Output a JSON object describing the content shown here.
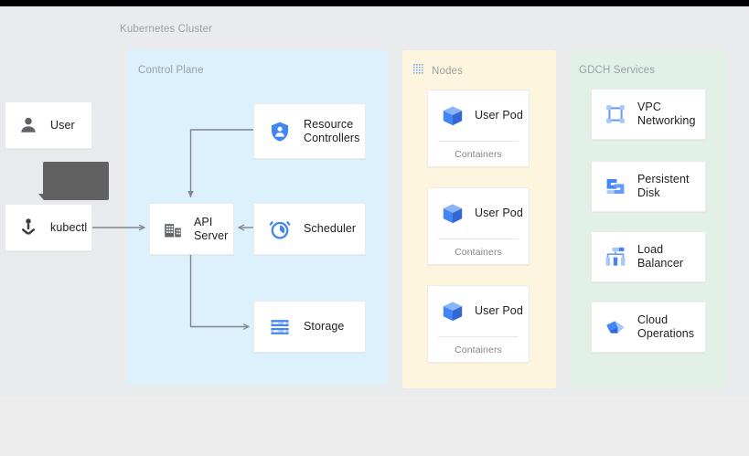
{
  "diagram": {
    "title": "Kubernetes Cluster",
    "background_color": "#e9eaee",
    "canvas_bottom_color": "#ededee",
    "top_bar_color": "#000000"
  },
  "actors": [
    {
      "id": "user",
      "label": "User",
      "icon": "person-icon",
      "icon_color": "#5f6368"
    },
    {
      "id": "kubectl",
      "label": "kubectl",
      "icon": "kubectl-icon",
      "icon_color": "#3c4043"
    }
  ],
  "tooltip": {
    "visible": true,
    "text": "",
    "color": "#616161"
  },
  "panels": [
    {
      "id": "control-plane",
      "label": "Control Plane",
      "color": "#ddf1fd",
      "icon": null,
      "cards": [
        {
          "id": "resource-controllers",
          "label": "Resource\nControllers",
          "line1": "Resource",
          "line2": "Controllers",
          "icon": "shield-person-icon",
          "icon_color": "#4285f4"
        },
        {
          "id": "api-server",
          "label": "API Server",
          "line1": "API",
          "line2": "Server",
          "icon": "building-icon",
          "icon_color": "#5f6368"
        },
        {
          "id": "scheduler",
          "label": "Scheduler",
          "line1": "Scheduler",
          "line2": "",
          "icon": "alarm-clock-icon",
          "icon_color": "#4285f4"
        },
        {
          "id": "storage",
          "label": "Storage",
          "line1": "Storage",
          "line2": "",
          "icon": "server-stack-icon",
          "icon_color": "#4285f4"
        }
      ]
    },
    {
      "id": "nodes",
      "label": "Nodes",
      "color": "#fdf5dd",
      "icon": "dotted-grid-icon",
      "cards": [
        {
          "id": "user-pod-1",
          "label": "User Pod",
          "sublabel": "Containers",
          "icon": "cube-icon",
          "icon_color": "#4285f4"
        },
        {
          "id": "user-pod-2",
          "label": "User Pod",
          "sublabel": "Containers",
          "icon": "cube-icon",
          "icon_color": "#4285f4"
        },
        {
          "id": "user-pod-3",
          "label": "User Pod",
          "sublabel": "Containers",
          "icon": "cube-icon",
          "icon_color": "#4285f4"
        }
      ]
    },
    {
      "id": "gdch-services",
      "label": "GDCH Services",
      "color": "#e2f1e8",
      "icon": null,
      "cards": [
        {
          "id": "vpc-networking",
          "line1": "VPC",
          "line2": "Networking",
          "label": "VPC Networking",
          "icon": "vpc-network-icon",
          "icon_color": "#669df6"
        },
        {
          "id": "persistent-disk",
          "line1": "Persistent",
          "line2": "Disk",
          "label": "Persistent Disk",
          "icon": "persistent-disk-icon",
          "icon_color": "#4285f4"
        },
        {
          "id": "load-balancer",
          "line1": "Load",
          "line2": "Balancer",
          "label": "Load Balancer",
          "icon": "load-balancer-icon",
          "icon_color": "#669df6"
        },
        {
          "id": "cloud-operations",
          "line1": "Cloud",
          "line2": "Operations",
          "label": "Cloud Operations",
          "icon": "cloud-operations-icon",
          "icon_color": "#4285f4"
        }
      ]
    }
  ],
  "connections": [
    {
      "id": "kubectl-to-api",
      "from": "kubectl",
      "to": "api-server",
      "direction": "right"
    },
    {
      "id": "resource-to-api",
      "from": "resource-controllers",
      "to": "api-server",
      "direction": "down"
    },
    {
      "id": "scheduler-to-api",
      "from": "scheduler",
      "to": "api-server",
      "direction": "left"
    },
    {
      "id": "api-to-storage",
      "from": "api-server",
      "to": "storage",
      "direction": "right"
    }
  ],
  "colors": {
    "arrow": "#80868b",
    "card_border": "#ebebeb",
    "label_text": "#9aa0a6",
    "body_text": "#202124",
    "sub_text": "#80868b"
  }
}
